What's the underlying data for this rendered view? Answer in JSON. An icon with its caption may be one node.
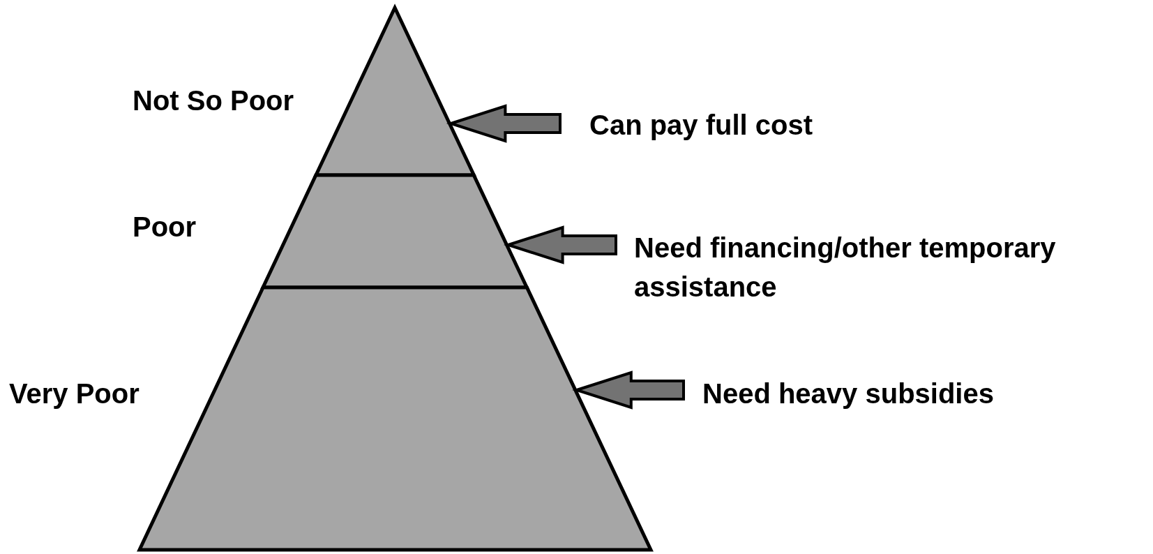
{
  "diagram": {
    "nodes": [
      {
        "text": [],
        "shape": "triangle",
        "beside": [
          "Not So Poor"
        ]
      },
      {
        "text": [
          "Can pay full cost"
        ]
      },
      {
        "text": [],
        "shape": "trapezoid",
        "beside": [
          "Poor"
        ]
      },
      {
        "text": [
          "Need financing/other temporary assistance"
        ]
      },
      {
        "text": [],
        "shape": "trapezoid",
        "beside": [
          "Very Poor"
        ]
      },
      {
        "text": [
          "Need heavy subsidies"
        ]
      }
    ],
    "edges": [
      {
        "from": 1,
        "to": 0,
        "arrow": "to"
      },
      {
        "from": 3,
        "to": 2,
        "arrow": "to"
      },
      {
        "from": 5,
        "to": 4,
        "arrow": "to"
      }
    ]
  }
}
